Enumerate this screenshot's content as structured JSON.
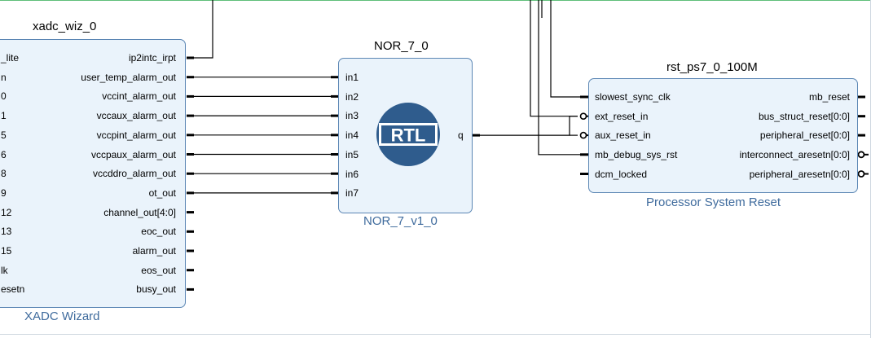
{
  "blocks": {
    "xadc": {
      "instance": "xadc_wiz_0",
      "ip": "XADC Wizard",
      "left_pins": [
        "_lite",
        "n",
        "0",
        "1",
        "5",
        "6",
        "8",
        "9",
        "12",
        "13",
        "15",
        "lk",
        "esetn"
      ],
      "right_pins": [
        "ip2intc_irpt",
        "user_temp_alarm_out",
        "vccint_alarm_out",
        "vccaux_alarm_out",
        "vccpint_alarm_out",
        "vccpaux_alarm_out",
        "vccddro_alarm_out",
        "ot_out",
        "channel_out[4:0]",
        "eoc_out",
        "alarm_out",
        "eos_out",
        "busy_out"
      ]
    },
    "nor": {
      "instance": "NOR_7_0",
      "ip": "NOR_7_v1_0",
      "inputs": [
        "in1",
        "in2",
        "in3",
        "in4",
        "in5",
        "in6",
        "in7"
      ],
      "output": "q",
      "logo_text": "RTL"
    },
    "rst": {
      "instance": "rst_ps7_0_100M",
      "ip": "Processor System Reset",
      "inputs": [
        "slowest_sync_clk",
        "ext_reset_in",
        "aux_reset_in",
        "mb_debug_sys_rst",
        "dcm_locked"
      ],
      "outputs": [
        "mb_reset",
        "bus_struct_reset[0:0]",
        "peripheral_reset[0:0]",
        "interconnect_aresetn[0:0]",
        "peripheral_aresetn[0:0]"
      ]
    }
  },
  "colors": {
    "block_fill": "#eaf3fb",
    "block_border": "#5b86b4",
    "ip_label": "#3f6b9d",
    "wire": "#000000",
    "canvas_border": "#5fbf7a"
  }
}
